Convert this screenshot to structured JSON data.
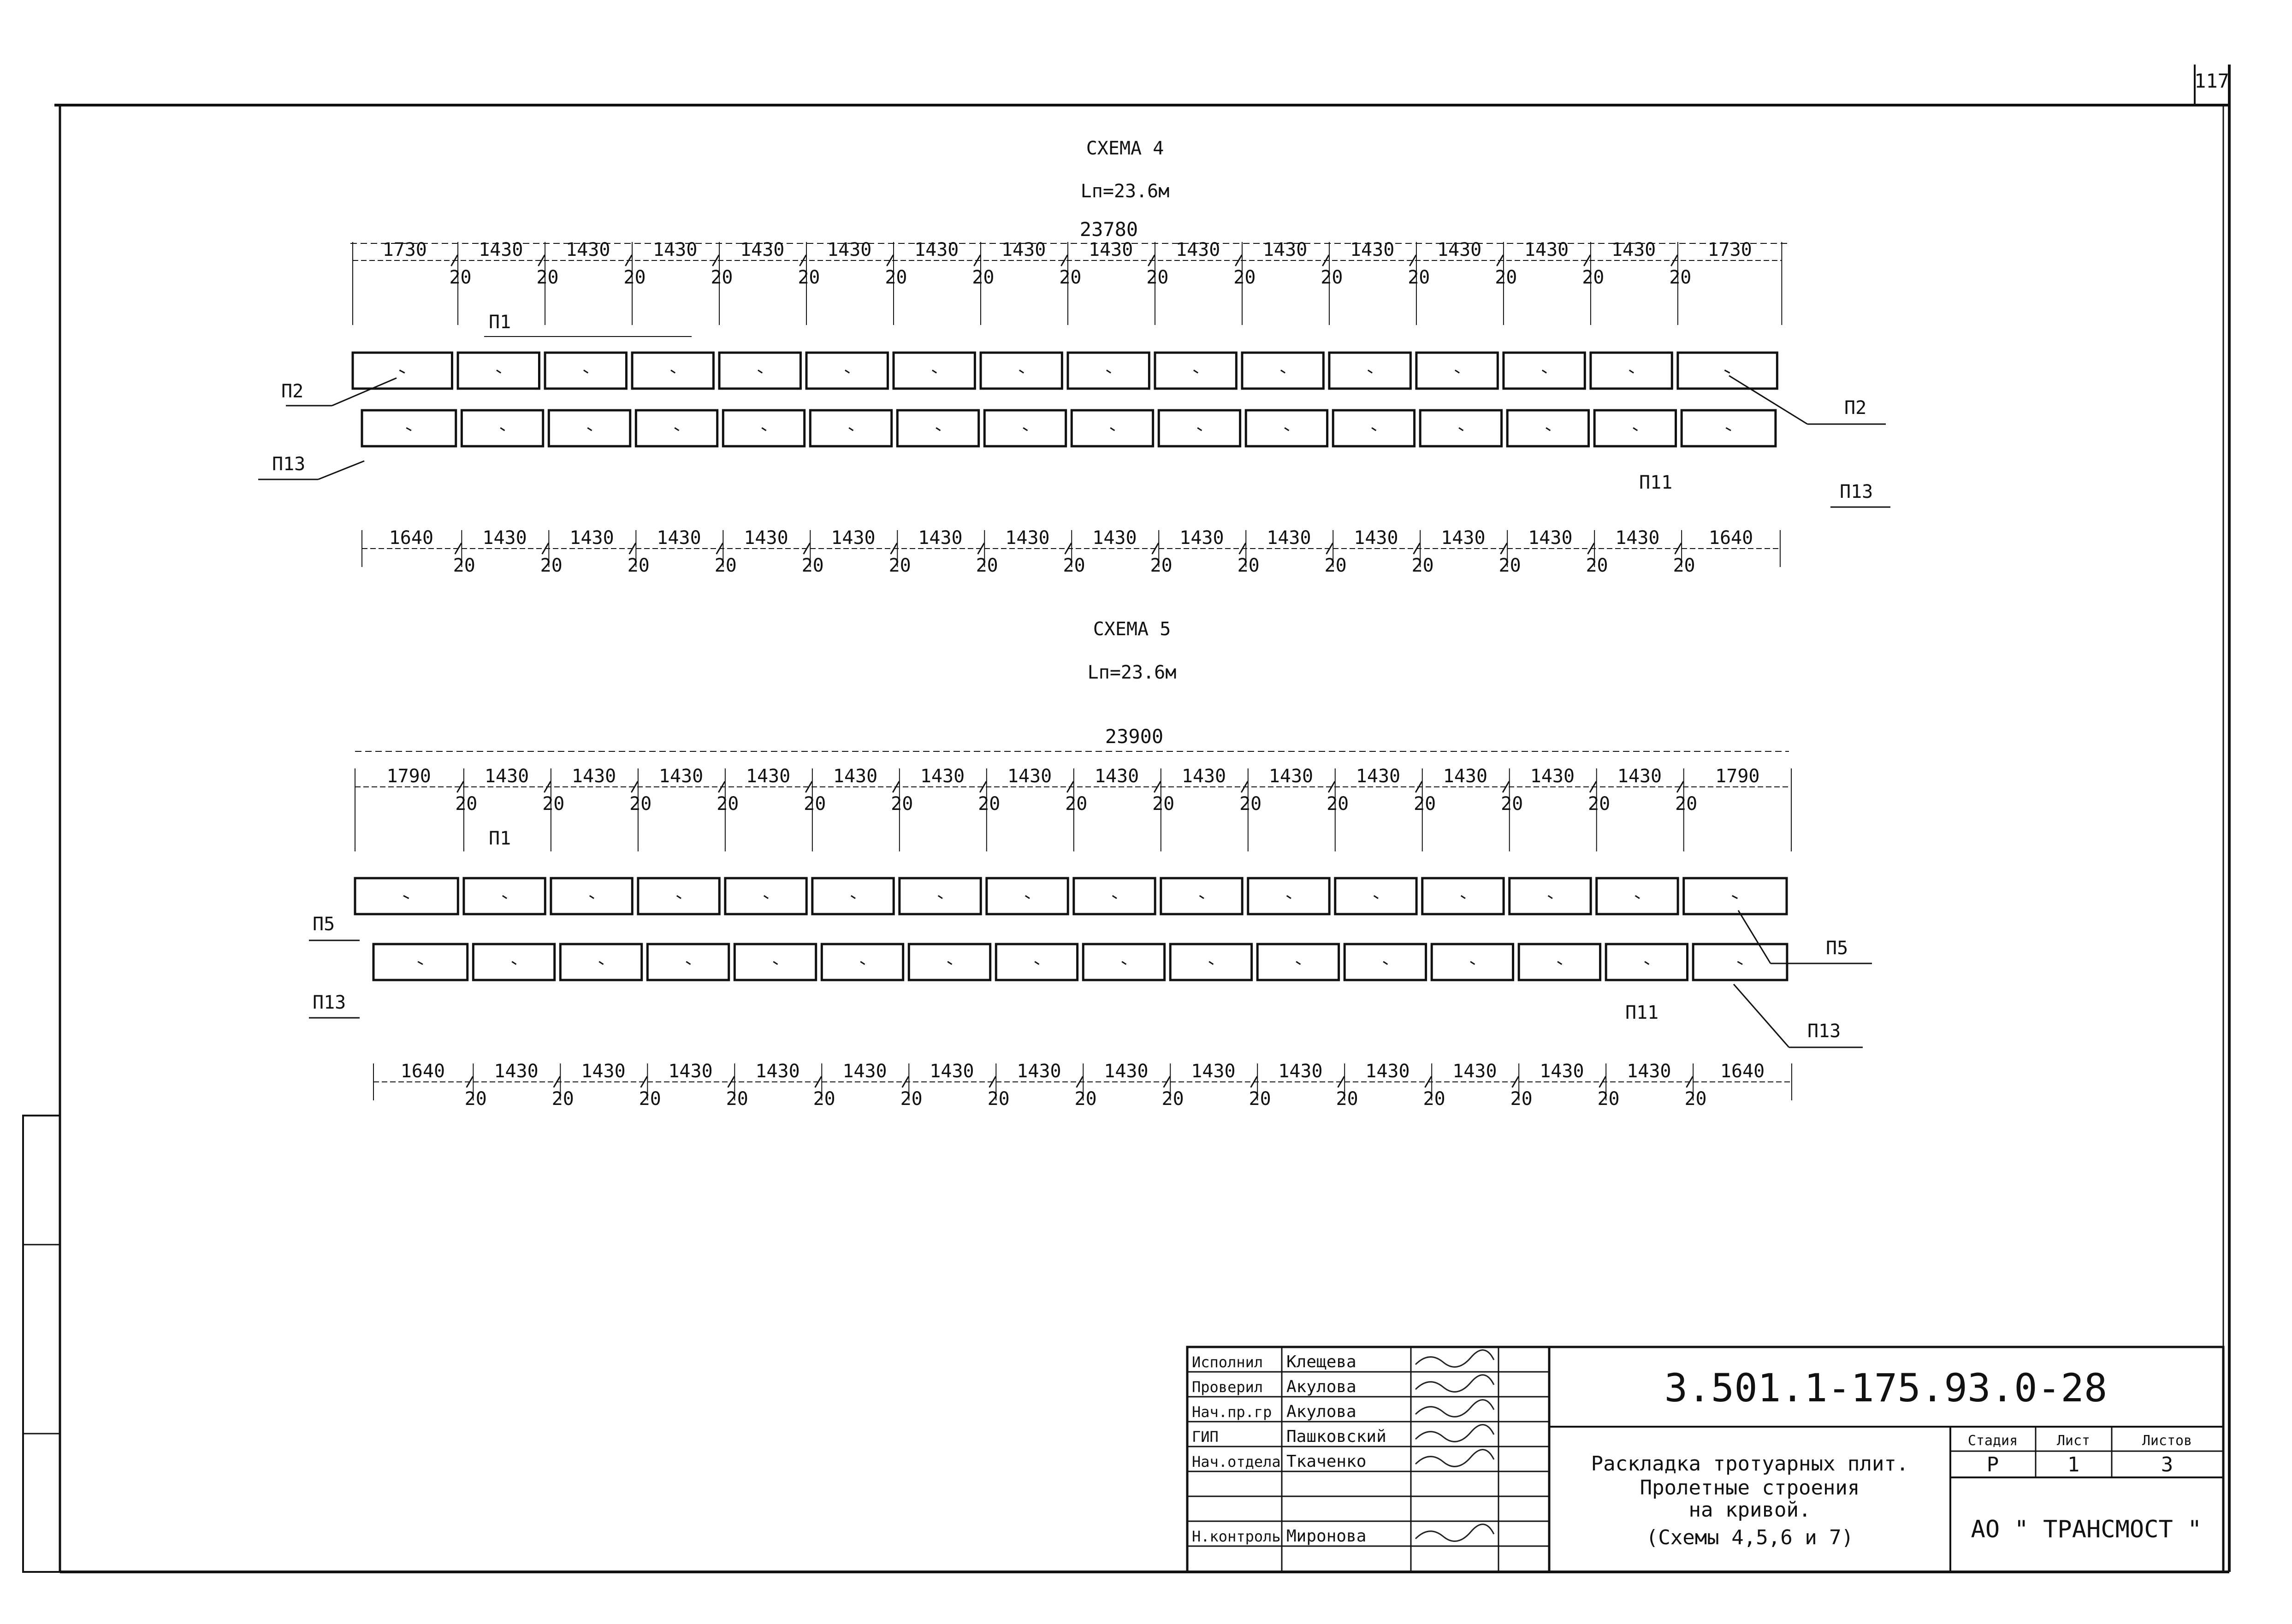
{
  "page": {
    "number": "117"
  },
  "schemes": [
    {
      "title": "СХЕМА 4",
      "span": "Lп=23.6м",
      "total": "23780",
      "top_row": {
        "label_left": "П2",
        "label_right": "П2",
        "label_top": "П1"
      },
      "top_dims": [
        "1730",
        "1430",
        "1430",
        "1430",
        "1430",
        "1430",
        "1430",
        "1430",
        "1430",
        "1430",
        "1430",
        "1430",
        "1430",
        "1430",
        "1430",
        "1730"
      ],
      "top_gaps": [
        "20",
        "20",
        "20",
        "20",
        "20",
        "20",
        "20",
        "20",
        "20",
        "20",
        "20",
        "20",
        "20",
        "20",
        "20"
      ],
      "bottom_row": {
        "label_left": "П13",
        "label_right": "П13",
        "label_mid": "П11"
      },
      "bottom_dims": [
        "1640",
        "1430",
        "1430",
        "1430",
        "1430",
        "1430",
        "1430",
        "1430",
        "1430",
        "1430",
        "1430",
        "1430",
        "1430",
        "1430",
        "1430",
        "1640"
      ],
      "bottom_gaps": [
        "20",
        "20",
        "20",
        "20",
        "20",
        "20",
        "20",
        "20",
        "20",
        "20",
        "20",
        "20",
        "20",
        "20",
        "20"
      ]
    },
    {
      "title": "СХЕМА 5",
      "span": "Lп=23.6м",
      "total": "23900",
      "top_row": {
        "label_left": "П5",
        "label_right": "П5",
        "label_top": "П1"
      },
      "top_dims": [
        "1790",
        "1430",
        "1430",
        "1430",
        "1430",
        "1430",
        "1430",
        "1430",
        "1430",
        "1430",
        "1430",
        "1430",
        "1430",
        "1430",
        "1430",
        "1790"
      ],
      "top_gaps": [
        "20",
        "20",
        "20",
        "20",
        "20",
        "20",
        "20",
        "20",
        "20",
        "20",
        "20",
        "20",
        "20",
        "20",
        "20"
      ],
      "bottom_row": {
        "label_left": "П13",
        "label_right": "П13",
        "label_mid": "П11"
      },
      "bottom_dims": [
        "1640",
        "1430",
        "1430",
        "1430",
        "1430",
        "1430",
        "1430",
        "1430",
        "1430",
        "1430",
        "1430",
        "1430",
        "1430",
        "1430",
        "1430",
        "1640"
      ],
      "bottom_gaps": [
        "20",
        "20",
        "20",
        "20",
        "20",
        "20",
        "20",
        "20",
        "20",
        "20",
        "20",
        "20",
        "20",
        "20",
        "20"
      ]
    }
  ],
  "title_block": {
    "rows": [
      {
        "role": "Исполнил",
        "name": "Клещева"
      },
      {
        "role": "Проверил",
        "name": "Акулова"
      },
      {
        "role": "Нач.пр.гр",
        "name": "Акулова"
      },
      {
        "role": "ГИП",
        "name": "Пашковский"
      },
      {
        "role": "Нач.отдела",
        "name": "Ткаченко"
      },
      {
        "role": "",
        "name": ""
      },
      {
        "role": "",
        "name": ""
      },
      {
        "role": "Н.контроль",
        "name": "Миронова"
      }
    ],
    "doc_code": "3.501.1-175.93.0-28",
    "description": [
      "Раскладка тротуарных плит.",
      "Пролетные строения",
      "на кривой.",
      "(Схемы 4,5,6 и 7)"
    ],
    "stage_header": "Стадия",
    "sheet_header": "Лист",
    "sheets_header": "Листов",
    "stage": "Р",
    "sheet": "1",
    "sheets": "3",
    "organization": "АО \" ТРАНСМОСТ \""
  }
}
